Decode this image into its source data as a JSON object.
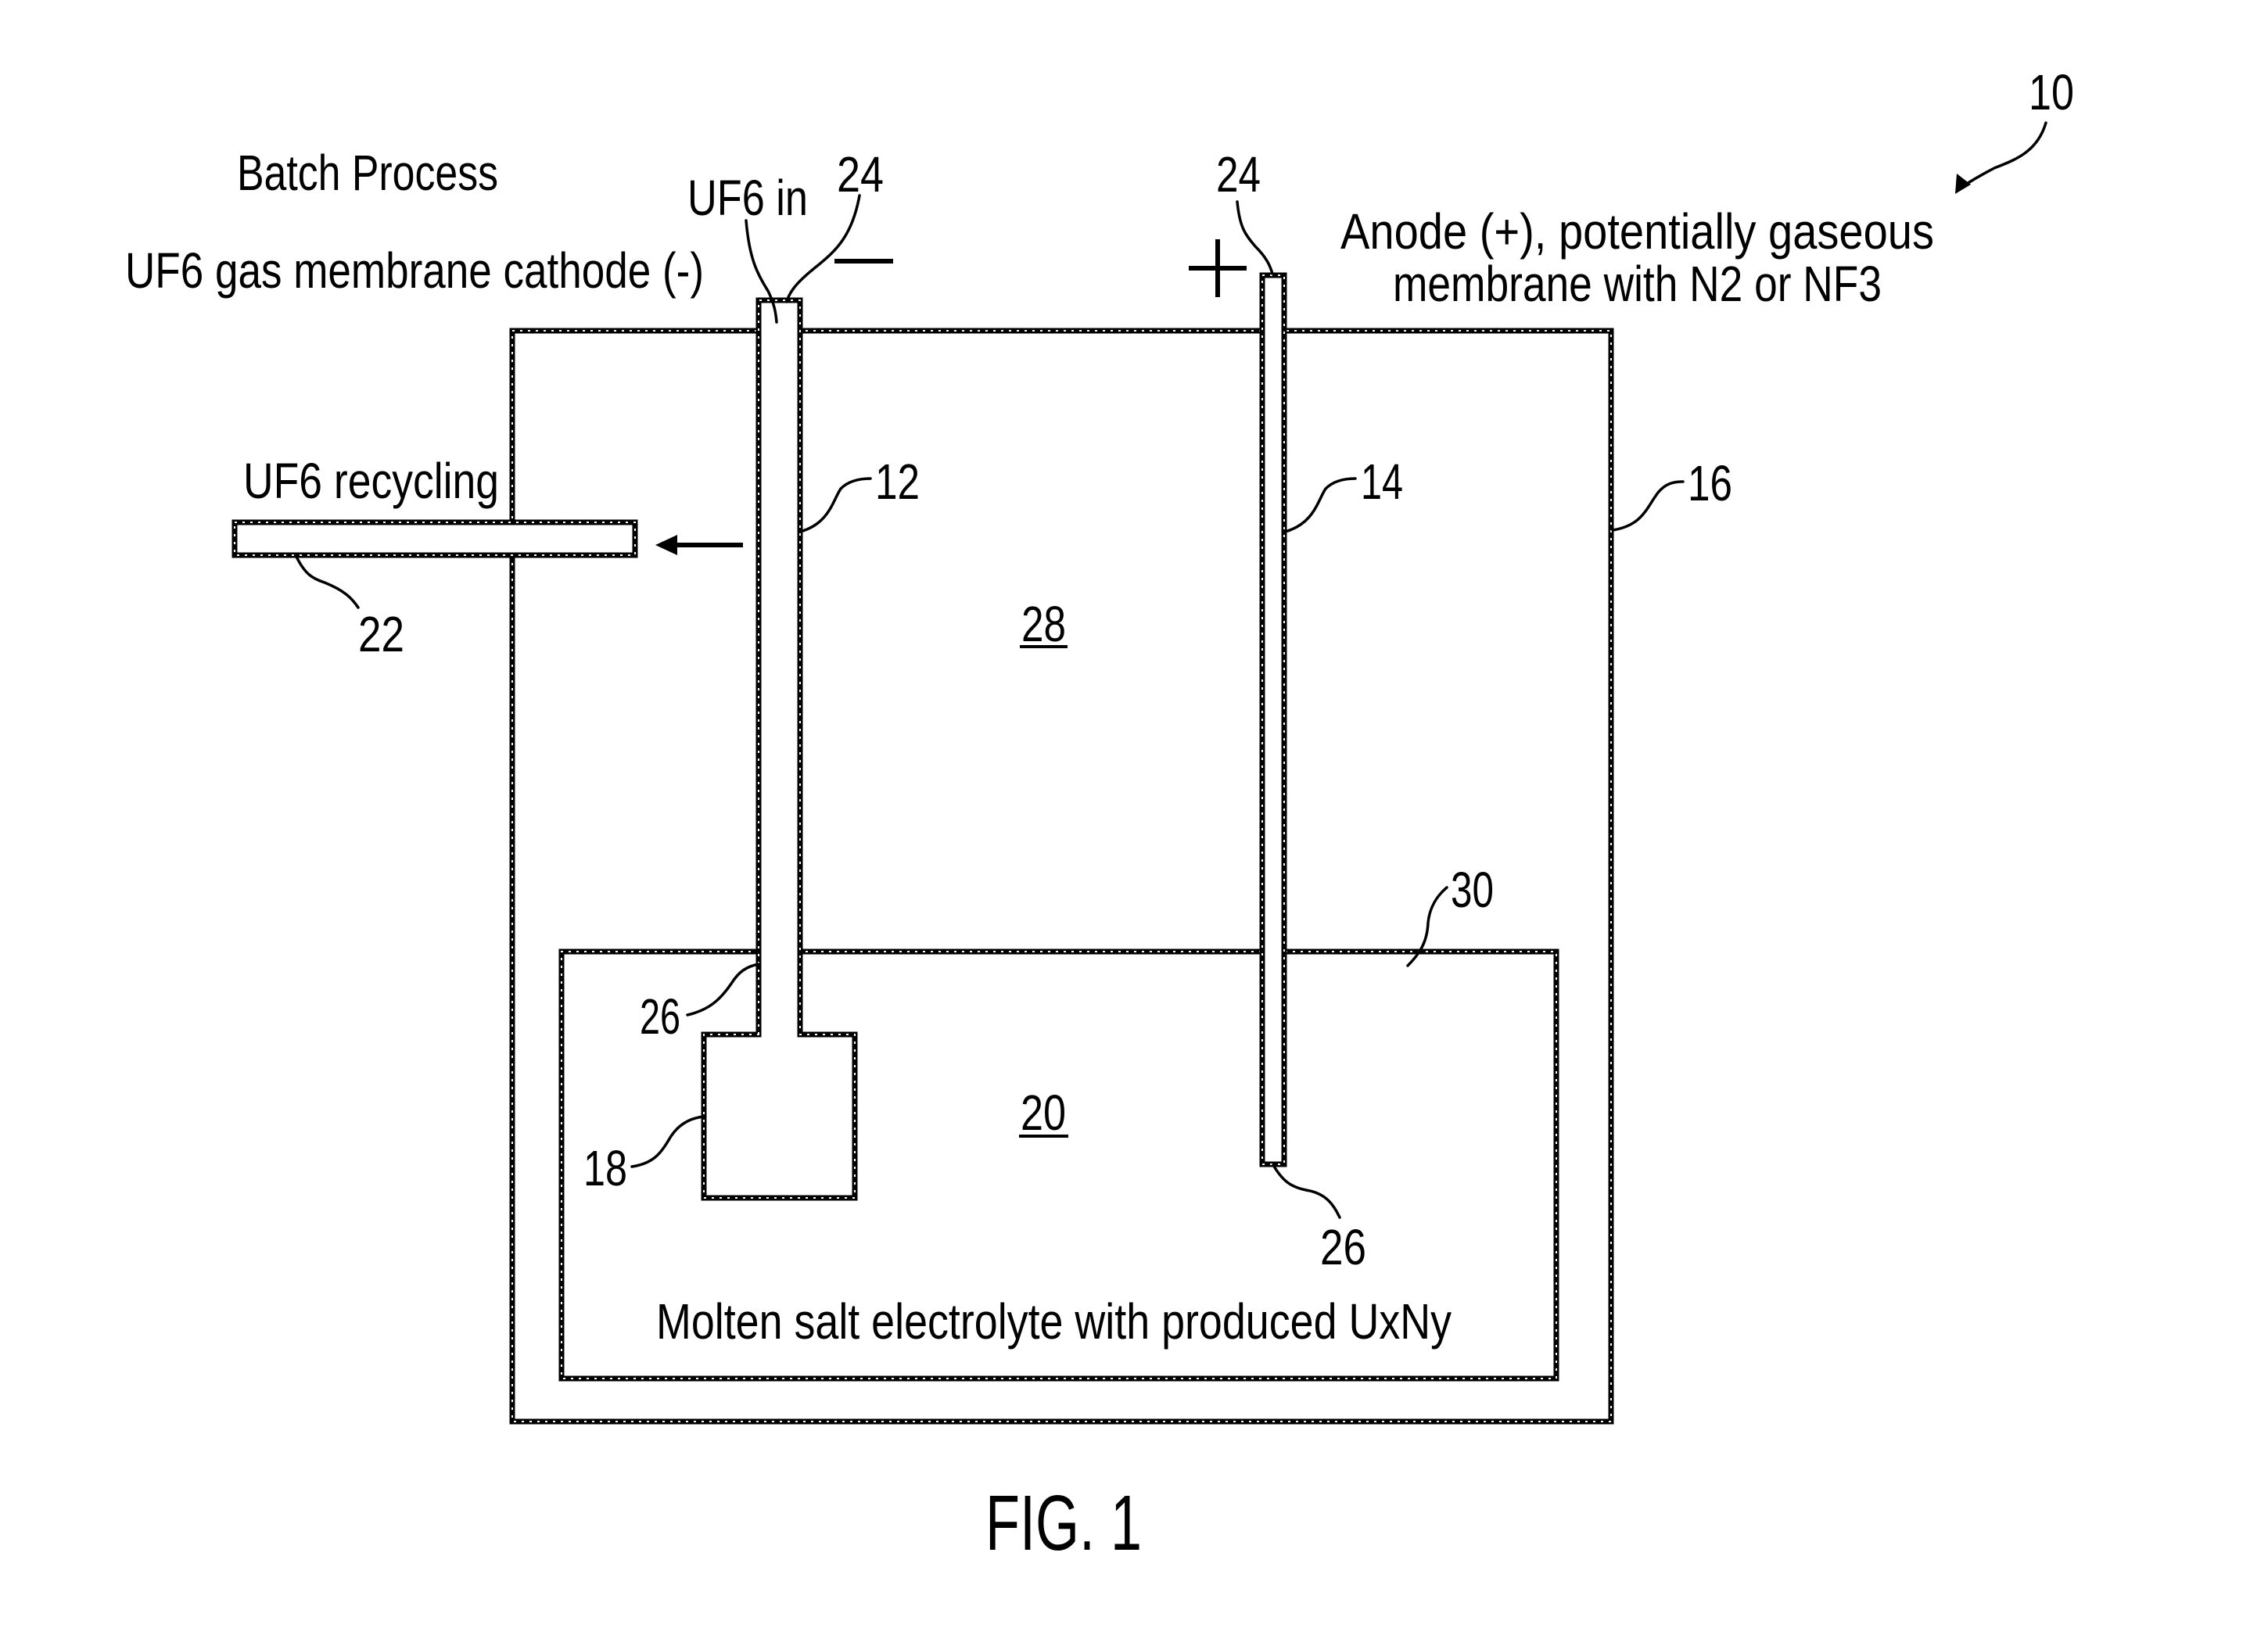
{
  "figure": {
    "caption": "FIG. 1",
    "reference_numeral": "10"
  },
  "labels": {
    "batch_process": "Batch Process",
    "cathode_desc": "UF6 gas membrane cathode (-)",
    "uf6_in": "UF6 in",
    "uf6_recycling": "UF6 recycling",
    "anode_desc_line1": "Anode (+), potentially gaseous",
    "anode_desc_line2": "membrane with N2 or NF3",
    "electrolyte_desc": "Molten salt electrolyte with produced UxNy",
    "cathode_sign": "−",
    "anode_sign": "+"
  },
  "numerals": {
    "cathode_tube": "12",
    "anode_tube": "14",
    "container": "16",
    "cathode_block": "18",
    "electrolyte": "20",
    "recycling_pipe": "22",
    "inlet_cathode": "24",
    "inlet_anode": "24",
    "immersion_cathode": "26",
    "immersion_anode": "26",
    "headspace": "28",
    "salt_bath": "30"
  }
}
